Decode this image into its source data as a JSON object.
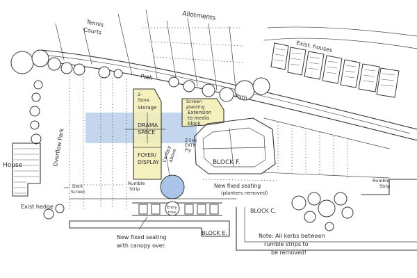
{
  "colors": {
    "ink": "#333333",
    "hatch": "#555555",
    "drama_blue": "#a9c4e6",
    "foyer_yellow": "#f3efb4",
    "extension_yellow": "#f3efb4",
    "circle_blue": "#a9c4e6",
    "paper": "#ffffff"
  },
  "labels": {
    "allotments": "Allotments",
    "tennis_1": "Tennis",
    "tennis_2": "Courts",
    "exist_houses": "Exist. houses",
    "path_top": "Path",
    "path_right": "Path",
    "storage_1": "2-",
    "storage_2": "Store",
    "storage_3": "Storage",
    "screen_1": "Screen",
    "screen_2": "planting",
    "drama_1": "DRAMA",
    "drama_2": "SPACE",
    "foyer_1": "FOYER/",
    "foyer_2": "DISPLAY",
    "ext_1": "Extension",
    "ext_2": "to media",
    "ext_3": "block",
    "zline_1": "Z-line",
    "zline_2": "EXTN",
    "zline_3": "Ply",
    "canopy_1": "Canopy",
    "canopy_2": "above",
    "block_f": "BLOCK F.",
    "block_c": "BLOCK C.",
    "block_e": "BLOCK E.",
    "house": "House",
    "exist_hedge": "Exist hedge",
    "overflow_park": "Overflow Park",
    "rumble_strip_left_1": "Rumble",
    "rumble_strip_left_2": "Strip",
    "rumble_strip_right_1": "Rumble",
    "rumble_strip_right_2": "Strip",
    "dock_screen_1": "Dock",
    "dock_screen_2": "Screen",
    "new_seating_right_1": "New fixed seating",
    "new_seating_right_2": "(planters removed)",
    "new_seating_bottom_1": "New fixed seating",
    "new_seating_bottom_2": "with canopy over.",
    "entry_tree_1": "Entry",
    "entry_tree_2": "tree",
    "note_1": "Note: All kerbs between",
    "note_2": "rumble strips to",
    "note_3": "be removed!"
  }
}
